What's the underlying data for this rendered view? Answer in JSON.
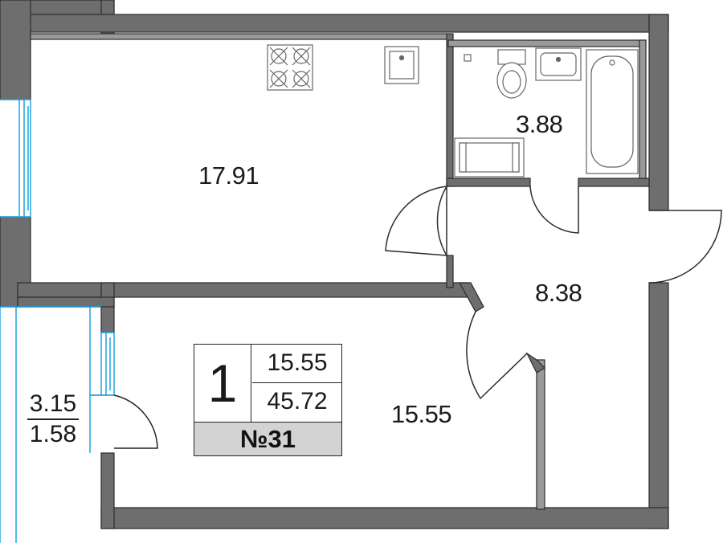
{
  "apartment": {
    "rooms_count": "1",
    "living_area": "15.55",
    "total_area": "45.72",
    "number_label": "№31"
  },
  "rooms": {
    "kitchen": "17.91",
    "bathroom": "3.88",
    "hall": "8.38",
    "bedroom": "15.55"
  },
  "balcony": {
    "area": "3.15",
    "reduced_area": "1.58"
  },
  "colors": {
    "wall_fill": "#6e6e6e",
    "wall_stroke": "#2b2b2b",
    "window": "#1fa3e0",
    "badge_bg": "#d3d3d3"
  }
}
